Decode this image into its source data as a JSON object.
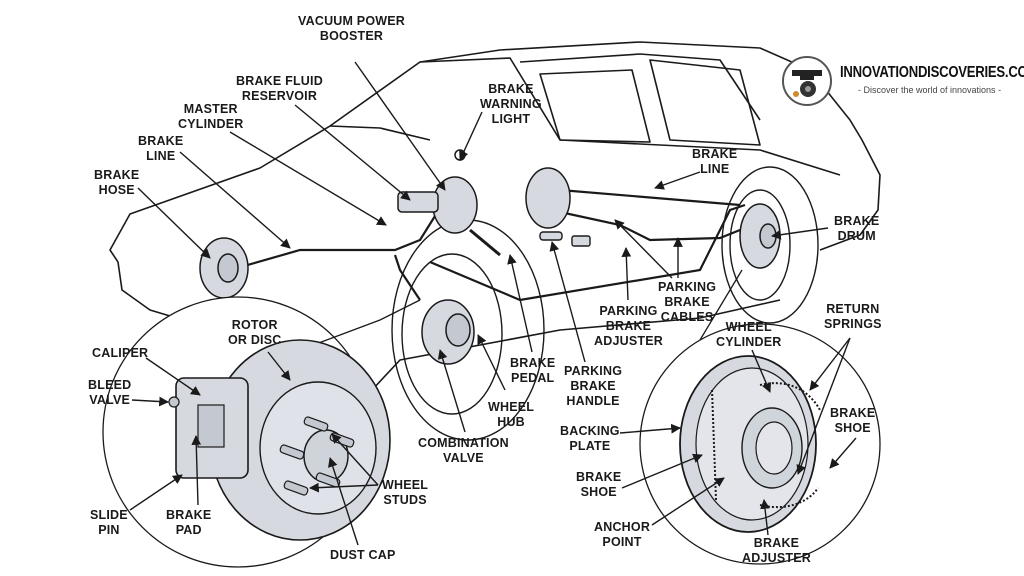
{
  "brand": {
    "name": "INNOVATIONDISCOVERIES.COM",
    "tagline": "- Discover the world of innovations -"
  },
  "colors": {
    "ink": "#1a1a1a",
    "part_fill": "#d6d9e0",
    "background": "#ffffff"
  },
  "labels": {
    "vacuum_power_booster": "VACUUM POWER\nBOOSTER",
    "brake_fluid_reservoir": "BRAKE FLUID\nRESERVOIR",
    "master_cylinder": "MASTER\nCYLINDER",
    "brake_line_front": "BRAKE\nLINE",
    "brake_hose": "BRAKE\nHOSE",
    "brake_warning_light": "BRAKE\nWARNING\nLIGHT",
    "brake_line_rear": "BRAKE\nLINE",
    "brake_drum": "BRAKE\nDRUM",
    "parking_brake_cables": "PARKING\nBRAKE\nCABLES",
    "parking_brake_adjuster": "PARKING\nBRAKE\nADJUSTER",
    "brake_pedal": "BRAKE\nPEDAL",
    "parking_brake_handle": "PARKING\nBRAKE\nHANDLE",
    "wheel_hub": "WHEEL\nHUB",
    "combination_valve": "COMBINATION\nVALVE",
    "rotor_or_disc": "ROTOR\nOR DISC",
    "caliper": "CALIPER",
    "bleed_valve": "BLEED\nVALVE",
    "slide_pin": "SLIDE\nPIN",
    "brake_pad": "BRAKE\nPAD",
    "wheel_studs": "WHEEL\nSTUDS",
    "dust_cap": "DUST CAP",
    "wheel_cylinder": "WHEEL\nCYLINDER",
    "return_springs": "RETURN\nSPRINGS",
    "backing_plate": "BACKING\nPLATE",
    "brake_shoe_left": "BRAKE\nSHOE",
    "brake_shoe_right": "BRAKE\nSHOE",
    "anchor_point": "ANCHOR\nPOINT",
    "brake_adjuster": "BRAKE\nADJUSTER"
  }
}
